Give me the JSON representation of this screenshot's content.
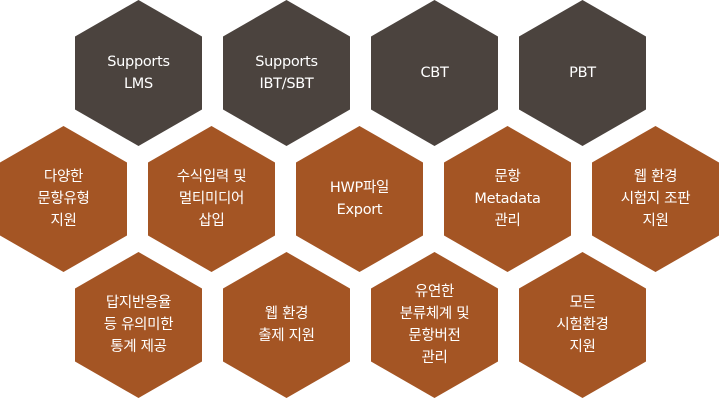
{
  "colors": {
    "platform": "#4b433e",
    "feature": "#a45524",
    "text": "#ffffff",
    "background": "#ffffff"
  },
  "platforms": [
    {
      "label": "Supports\nLMS"
    },
    {
      "label": "Supports\nIBT/SBT"
    },
    {
      "label": "CBT"
    },
    {
      "label": "PBT"
    }
  ],
  "features_row1": [
    {
      "label": "다양한\n문항유형\n지원"
    },
    {
      "label": "수식입력 및\n멀티미디어\n삽입"
    },
    {
      "label": "HWP파일\nExport"
    },
    {
      "label": "문항\nMetadata\n관리"
    },
    {
      "label": "웹 환경\n시험지 조판\n지원"
    }
  ],
  "features_row2": [
    {
      "label": "답지반응율\n등 유의미한\n통계 제공"
    },
    {
      "label": "웹 환경\n출제 지원"
    },
    {
      "label": "유연한\n분류체계 및\n문항버전\n관리"
    },
    {
      "label": "모든\n시험환경\n지원"
    }
  ]
}
